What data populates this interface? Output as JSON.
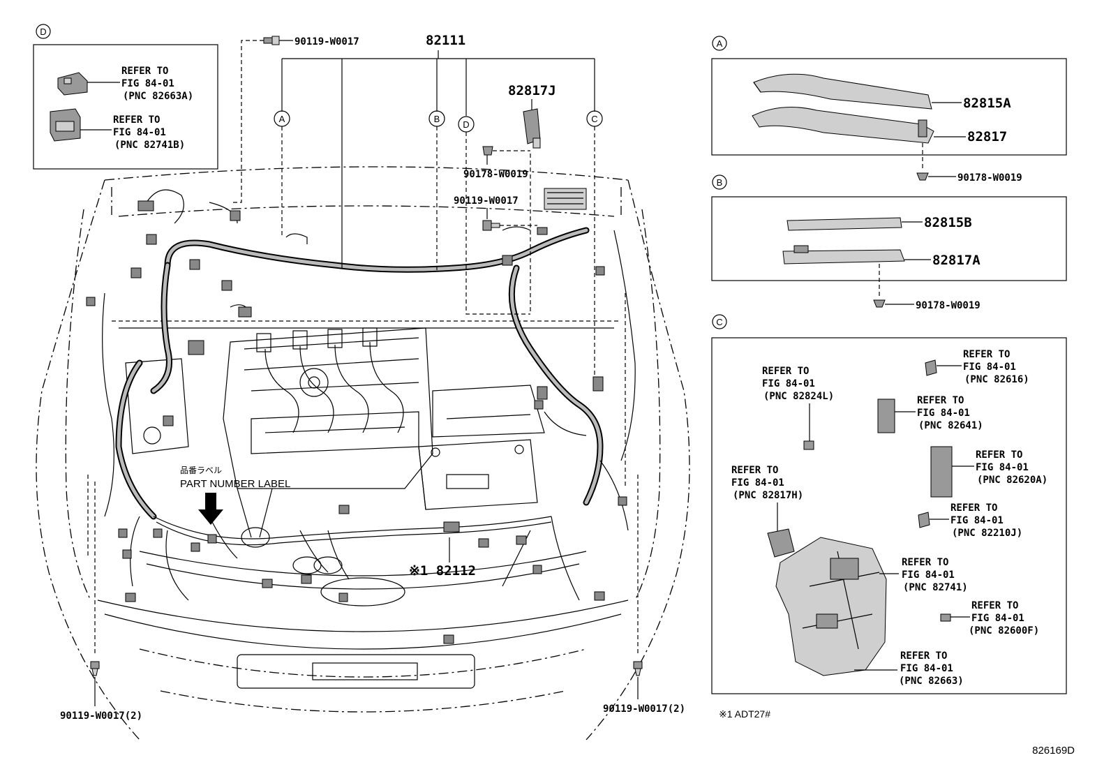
{
  "labels": {
    "p82111": "82111",
    "p82817J": "82817J",
    "p82112": "※1 82112",
    "b90119_top": "90119-W0017",
    "b90119_mid": "90119-W0017",
    "b90178_mid": "90178-W0019",
    "b90119_left": "90119-W0017(2)",
    "b90119_right": "90119-W0017(2)",
    "part_number_label_jp": "品番ラベル",
    "part_number_label": "PART NUMBER LABEL",
    "diagram_code": "826169D",
    "footnote": "※1 ADT27#"
  },
  "callouts": {
    "A": "A",
    "B": "B",
    "C": "C",
    "D": "D"
  },
  "box_d": {
    "tag": "D",
    "ref1": [
      "REFER TO",
      "FIG 84-01",
      "(PNC 82663A)"
    ],
    "ref2": [
      "REFER TO",
      "FIG 84-01",
      "(PNC 82741B)"
    ]
  },
  "box_a": {
    "tag": "A",
    "p1": "82815A",
    "p2": "82817",
    "bolt": "90178-W0019"
  },
  "box_b": {
    "tag": "B",
    "p1": "82815B",
    "p2": "82817A",
    "bolt": "90178-W0019"
  },
  "box_c": {
    "tag": "C",
    "refs": [
      [
        "REFER TO",
        "FIG 84-01",
        "(PNC 82616)"
      ],
      [
        "REFER TO",
        "FIG 84-01",
        "(PNC 82824L)"
      ],
      [
        "REFER TO",
        "FIG 84-01",
        "(PNC 82641)"
      ],
      [
        "REFER TO",
        "FIG 84-01",
        "(PNC 82620A)"
      ],
      [
        "REFER TO",
        "FIG 84-01",
        "(PNC 82817H)"
      ],
      [
        "REFER TO",
        "FIG 84-01",
        "(PNC 82210J)"
      ],
      [
        "REFER TO",
        "FIG 84-01",
        "(PNC 82741)"
      ],
      [
        "REFER TO",
        "FIG 84-01",
        "(PNC 82600F)"
      ],
      [
        "REFER TO",
        "FIG 84-01",
        "(PNC 82663)"
      ]
    ]
  }
}
